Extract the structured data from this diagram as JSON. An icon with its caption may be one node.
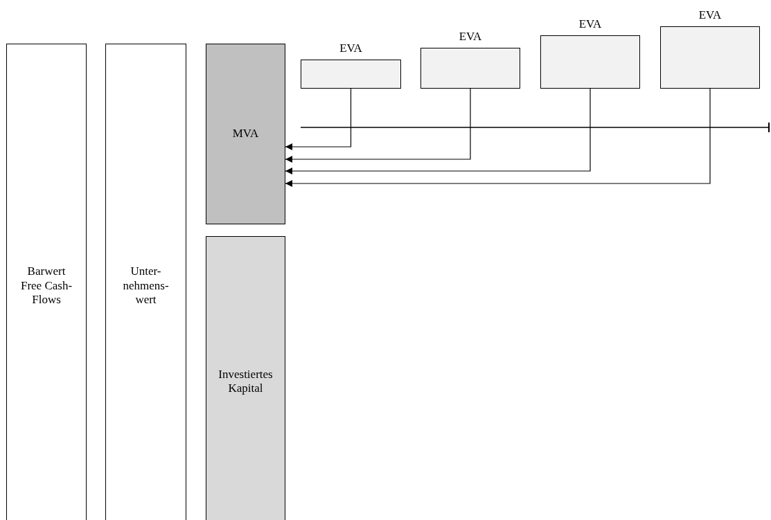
{
  "diagram": {
    "nodes": [
      {
        "text": [
          "Barwert Free Cash-Flows"
        ]
      },
      {
        "text": [
          "Unter- nehmens- wert"
        ]
      },
      {
        "text": [
          "MVA"
        ]
      },
      {
        "text": [
          "Investiertes Kapital"
        ]
      },
      {
        "text": [
          "EVA"
        ]
      },
      {
        "text": [
          "EVA"
        ]
      },
      {
        "text": [
          "EVA"
        ]
      },
      {
        "text": [
          "EVA"
        ]
      }
    ],
    "edges": [
      {
        "from": 4,
        "to": 2,
        "arrow": "to"
      },
      {
        "from": 5,
        "to": 2,
        "arrow": "to"
      },
      {
        "from": 6,
        "to": 2,
        "arrow": "to"
      },
      {
        "from": 7,
        "to": 2,
        "arrow": "to"
      }
    ]
  }
}
